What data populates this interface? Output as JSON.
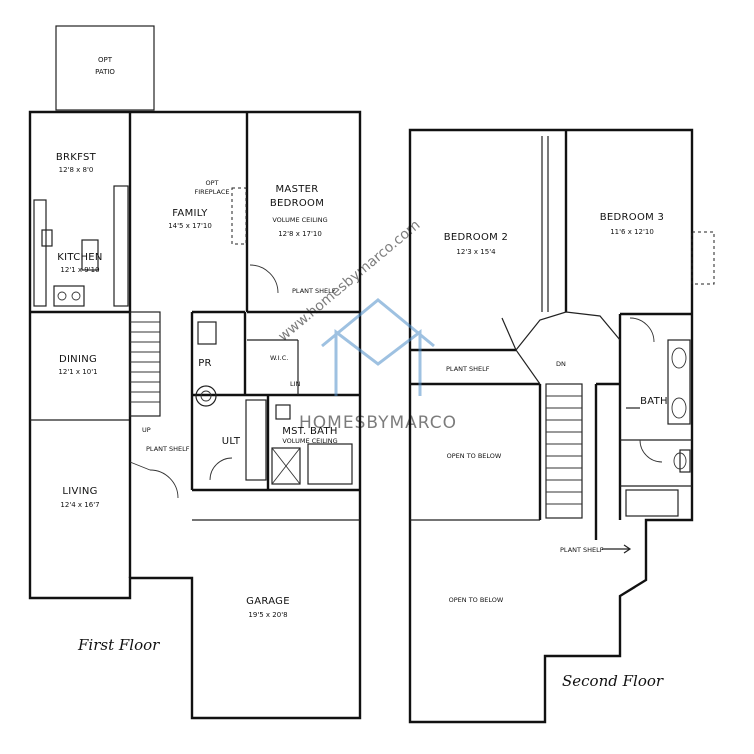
{
  "first_floor": {
    "title": "First Floor",
    "rooms": {
      "patio": {
        "name": "OPT",
        "name2": "PATIO"
      },
      "brkfst": {
        "name": "BRKFST",
        "dim": "12'8 x 8'0"
      },
      "kitchen": {
        "name": "KITCHEN",
        "dim": "12'1 x 9'10"
      },
      "family": {
        "name": "FAMILY",
        "dim": "14'5 x 17'10"
      },
      "fireplace": {
        "name": "OPT",
        "name2": "FIREPLACE"
      },
      "master": {
        "name": "MASTER",
        "name2": "BEDROOM",
        "note": "VOLUME CEILING",
        "dim": "12'8 x 17'10"
      },
      "plant_shelf_upper": {
        "name": "PLANT SHELF"
      },
      "dining": {
        "name": "DINING",
        "dim": "12'1 x 10'1"
      },
      "pr": {
        "name": "PR"
      },
      "ult": {
        "name": "ULT"
      },
      "mst_bath": {
        "name": "MST. BATH",
        "note": "VOLUME CEILING"
      },
      "lin": {
        "name": "LIN"
      },
      "wic": {
        "name": "W.I.C."
      },
      "up": {
        "name": "UP"
      },
      "plant_shelf_lower": {
        "name": "PLANT SHELF"
      },
      "living": {
        "name": "LIVING",
        "dim": "12'4 x 16'7"
      },
      "garage": {
        "name": "GARAGE",
        "dim": "19'5 x 20'8"
      }
    }
  },
  "second_floor": {
    "title": "Second Floor",
    "rooms": {
      "bedroom2": {
        "name": "BEDROOM 2",
        "dim": "12'3 x 15'4"
      },
      "bedroom3": {
        "name": "BEDROOM 3",
        "dim": "11'6 x 12'10"
      },
      "plant_shelf_a": {
        "name": "PLANT SHELF"
      },
      "dn": {
        "name": "DN"
      },
      "bath": {
        "name": "BATH"
      },
      "open_below_a": {
        "name": "OPEN TO BELOW"
      },
      "plant_shelf_b": {
        "name": "PLANT SHELF"
      },
      "open_below_b": {
        "name": "OPEN TO BELOW"
      }
    }
  },
  "watermark": {
    "url": "www.homesbymarco.com",
    "brand": "HOMESBYMARCO",
    "color": "#4f8fc9"
  }
}
